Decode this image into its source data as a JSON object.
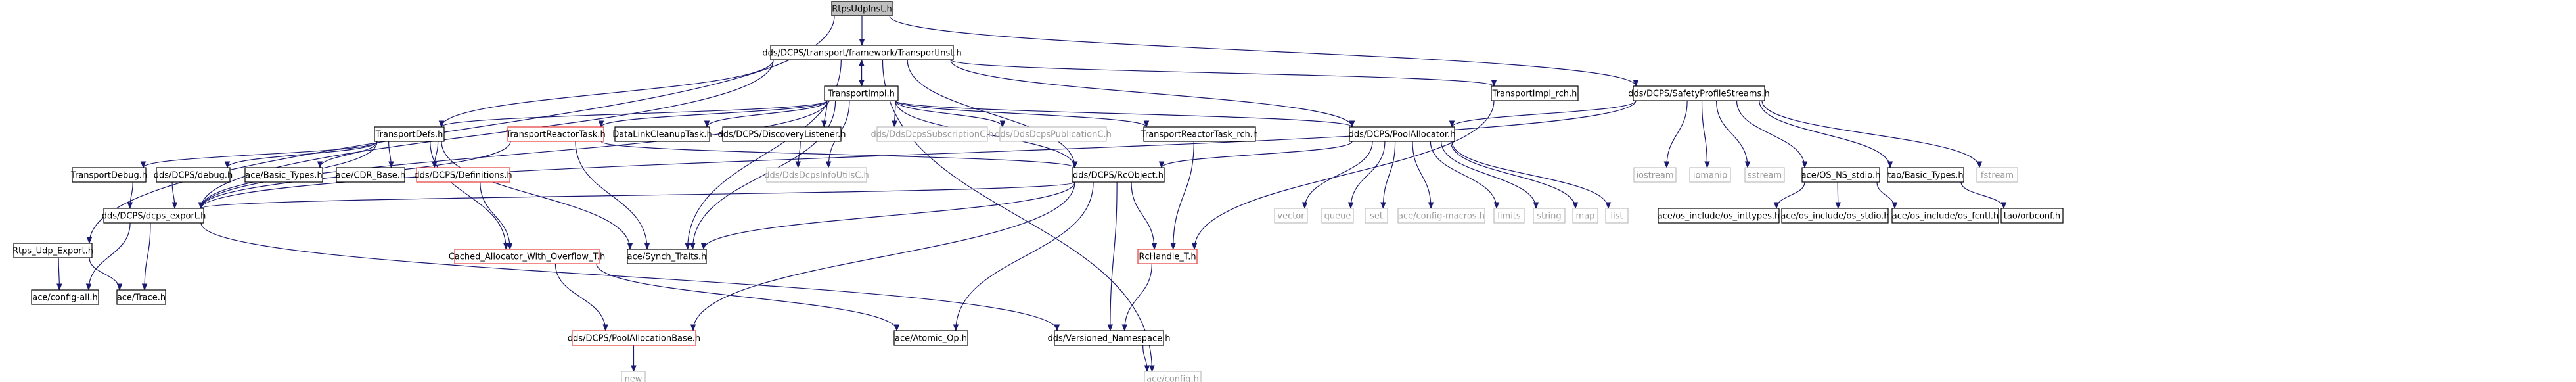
{
  "colors": {
    "edge": "#191970",
    "text": "#000000",
    "text_gray": "#9a9a9a",
    "border_black": "#000000",
    "border_red": "#e53a3a",
    "border_gray": "#bfbfbf",
    "fill_focus": "#bfbfbf",
    "fill_default": "#ffffff"
  },
  "nodes": [
    {
      "id": "n_rtpsudpinst",
      "label": "RtpsUdpInst.h",
      "style": "focus"
    },
    {
      "id": "n_transportinst",
      "label": "dds/DCPS/transport/framework/TransportInst.h",
      "style": "black"
    },
    {
      "id": "n_safetyprofilestreams",
      "label": "dds/DCPS/SafetyProfileStreams.h",
      "style": "black"
    },
    {
      "id": "n_transportimpl",
      "label": "TransportImpl.h",
      "style": "black"
    },
    {
      "id": "n_transportimpl_rch",
      "label": "TransportImpl_rch.h",
      "style": "black"
    },
    {
      "id": "n_rtpsudpexport",
      "label": "Rtps_Udp_Export.h",
      "style": "black"
    },
    {
      "id": "n_transportdefs",
      "label": "TransportDefs.h",
      "style": "black"
    },
    {
      "id": "n_transportreactortask",
      "label": "TransportReactorTask.h",
      "style": "red"
    },
    {
      "id": "n_datalinkcleanuptask",
      "label": "DataLinkCleanupTask.h",
      "style": "black"
    },
    {
      "id": "n_discoverylistener",
      "label": "dds/DCPS/DiscoveryListener.h",
      "style": "black"
    },
    {
      "id": "n_ddsdcpssubscriptionc",
      "label": "dds/DdsDcpsSubscriptionC.h",
      "style": "gray"
    },
    {
      "id": "n_ddsdcpspublicationc",
      "label": "dds/DdsDcpsPublicationC.h",
      "style": "gray"
    },
    {
      "id": "n_transportreactortask_rch",
      "label": "TransportReactorTask_rch.h",
      "style": "black"
    },
    {
      "id": "n_poolallocator",
      "label": "dds/DCPS/PoolAllocator.h",
      "style": "black"
    },
    {
      "id": "n_iostream",
      "label": "iostream",
      "style": "gray"
    },
    {
      "id": "n_iomanip",
      "label": "iomanip",
      "style": "gray"
    },
    {
      "id": "n_sstream",
      "label": "sstream",
      "style": "gray"
    },
    {
      "id": "n_os_ns_stdio",
      "label": "ace/OS_NS_stdio.h",
      "style": "black"
    },
    {
      "id": "n_basic_types_tao",
      "label": "tao/Basic_Types.h",
      "style": "black"
    },
    {
      "id": "n_fstream",
      "label": "fstream",
      "style": "gray"
    },
    {
      "id": "n_transportdebug",
      "label": "TransportDebug.h",
      "style": "black"
    },
    {
      "id": "n_dcpsdebug",
      "label": "dds/DCPS/debug.h",
      "style": "black"
    },
    {
      "id": "n_ace_basic_types",
      "label": "ace/Basic_Types.h",
      "style": "black"
    },
    {
      "id": "n_cdr_base",
      "label": "ace/CDR_Base.h",
      "style": "black"
    },
    {
      "id": "n_definitions",
      "label": "dds/DCPS/Definitions.h",
      "style": "red"
    },
    {
      "id": "n_ddsdcpsinfoutilsc",
      "label": "dds/DdsDcpsInfoUtilsC.h",
      "style": "gray"
    },
    {
      "id": "n_rcobject",
      "label": "dds/DCPS/RcObject.h",
      "style": "black"
    },
    {
      "id": "n_vector",
      "label": "vector",
      "style": "gray"
    },
    {
      "id": "n_queue",
      "label": "queue",
      "style": "gray"
    },
    {
      "id": "n_set",
      "label": "set",
      "style": "gray"
    },
    {
      "id": "n_configmacros",
      "label": "ace/config-macros.h",
      "style": "gray"
    },
    {
      "id": "n_limits",
      "label": "limits",
      "style": "gray"
    },
    {
      "id": "n_string",
      "label": "string",
      "style": "gray"
    },
    {
      "id": "n_map",
      "label": "map",
      "style": "gray"
    },
    {
      "id": "n_list",
      "label": "list",
      "style": "gray"
    },
    {
      "id": "n_os_inttypes",
      "label": "ace/os_include/os_inttypes.h",
      "style": "black"
    },
    {
      "id": "n_os_stdio",
      "label": "ace/os_include/os_stdio.h",
      "style": "black"
    },
    {
      "id": "n_os_fcntl",
      "label": "ace/os_include/os_fcntl.h",
      "style": "black"
    },
    {
      "id": "n_orbconf",
      "label": "tao/orbconf.h",
      "style": "black"
    },
    {
      "id": "n_dcps_export",
      "label": "dds/DCPS/dcps_export.h",
      "style": "black"
    },
    {
      "id": "n_cachedallocator",
      "label": "Cached_Allocator_With_Overflow_T.h",
      "style": "red"
    },
    {
      "id": "n_synch_traits",
      "label": "ace/Synch_Traits.h",
      "style": "black"
    },
    {
      "id": "n_rchandle",
      "label": "RcHandle_T.h",
      "style": "red"
    },
    {
      "id": "n_configall",
      "label": "ace/config-all.h",
      "style": "black"
    },
    {
      "id": "n_trace",
      "label": "ace/Trace.h",
      "style": "black"
    },
    {
      "id": "n_poolallocationbase",
      "label": "dds/DCPS/PoolAllocationBase.h",
      "style": "red"
    },
    {
      "id": "n_atomic_op",
      "label": "ace/Atomic_Op.h",
      "style": "black"
    },
    {
      "id": "n_versioned_namespace",
      "label": "dds/Versioned_Namespace.h",
      "style": "black"
    },
    {
      "id": "n_new",
      "label": "new",
      "style": "gray"
    },
    {
      "id": "n_config",
      "label": "ace/config.h",
      "style": "gray"
    }
  ],
  "edges": [
    [
      "n_rtpsudpinst",
      "n_transportinst"
    ],
    [
      "n_rtpsudpinst",
      "n_safetyprofilestreams"
    ],
    [
      "n_rtpsudpinst",
      "n_rtpsudpexport"
    ],
    [
      "n_transportinst",
      "n_transportimpl"
    ],
    [
      "n_transportimpl",
      "n_transportinst"
    ],
    [
      "n_transportinst",
      "n_transportimpl_rch"
    ],
    [
      "n_transportinst",
      "n_transportdefs"
    ],
    [
      "n_transportinst",
      "n_poolallocator"
    ],
    [
      "n_transportinst",
      "n_rcobject"
    ],
    [
      "n_transportinst",
      "n_dcps_export"
    ],
    [
      "n_transportinst",
      "n_synch_traits"
    ],
    [
      "n_transportinst",
      "n_config"
    ],
    [
      "n_transportimpl",
      "n_transportdefs"
    ],
    [
      "n_transportimpl",
      "n_transportreactortask"
    ],
    [
      "n_transportimpl",
      "n_datalinkcleanuptask"
    ],
    [
      "n_transportimpl",
      "n_discoverylistener"
    ],
    [
      "n_transportimpl",
      "n_ddsdcpssubscriptionc"
    ],
    [
      "n_transportimpl",
      "n_ddsdcpspublicationc"
    ],
    [
      "n_transportimpl",
      "n_transportreactortask_rch"
    ],
    [
      "n_transportimpl",
      "n_poolallocator"
    ],
    [
      "n_transportimpl",
      "n_ddsdcpsinfoutilsc"
    ],
    [
      "n_transportimpl",
      "n_rcobject"
    ],
    [
      "n_transportimpl",
      "n_dcps_export"
    ],
    [
      "n_transportimpl",
      "n_synch_traits"
    ],
    [
      "n_transportimpl_rch",
      "n_rchandle"
    ],
    [
      "n_safetyprofilestreams",
      "n_poolallocator"
    ],
    [
      "n_safetyprofilestreams",
      "n_iostream"
    ],
    [
      "n_safetyprofilestreams",
      "n_iomanip"
    ],
    [
      "n_safetyprofilestreams",
      "n_sstream"
    ],
    [
      "n_safetyprofilestreams",
      "n_os_ns_stdio"
    ],
    [
      "n_safetyprofilestreams",
      "n_basic_types_tao"
    ],
    [
      "n_safetyprofilestreams",
      "n_fstream"
    ],
    [
      "n_safetyprofilestreams",
      "n_dcps_export"
    ],
    [
      "n_transportdefs",
      "n_transportdebug"
    ],
    [
      "n_transportdefs",
      "n_dcpsdebug"
    ],
    [
      "n_transportdefs",
      "n_ace_basic_types"
    ],
    [
      "n_transportdefs",
      "n_cdr_base"
    ],
    [
      "n_transportdefs",
      "n_definitions"
    ],
    [
      "n_transportdefs",
      "n_cachedallocator"
    ],
    [
      "n_transportdefs",
      "n_synch_traits"
    ],
    [
      "n_transportdefs",
      "n_dcps_export"
    ],
    [
      "n_transportreactortask",
      "n_rcobject"
    ],
    [
      "n_transportreactortask",
      "n_dcps_export"
    ],
    [
      "n_transportreactortask",
      "n_synch_traits"
    ],
    [
      "n_discoverylistener",
      "n_ddsdcpsinfoutilsc"
    ],
    [
      "n_transportreactortask_rch",
      "n_rchandle"
    ],
    [
      "n_poolallocator",
      "n_vector"
    ],
    [
      "n_poolallocator",
      "n_queue"
    ],
    [
      "n_poolallocator",
      "n_set"
    ],
    [
      "n_poolallocator",
      "n_configmacros"
    ],
    [
      "n_poolallocator",
      "n_limits"
    ],
    [
      "n_poolallocator",
      "n_string"
    ],
    [
      "n_poolallocator",
      "n_map"
    ],
    [
      "n_poolallocator",
      "n_list"
    ],
    [
      "n_poolallocator",
      "n_rcobject"
    ],
    [
      "n_os_ns_stdio",
      "n_os_inttypes"
    ],
    [
      "n_os_ns_stdio",
      "n_os_stdio"
    ],
    [
      "n_os_ns_stdio",
      "n_os_fcntl"
    ],
    [
      "n_basic_types_tao",
      "n_orbconf"
    ],
    [
      "n_transportdebug",
      "n_dcps_export"
    ],
    [
      "n_dcpsdebug",
      "n_dcps_export"
    ],
    [
      "n_definitions",
      "n_cachedallocator"
    ],
    [
      "n_rcobject",
      "n_synch_traits"
    ],
    [
      "n_rcobject",
      "n_rchandle"
    ],
    [
      "n_rcobject",
      "n_poolallocationbase"
    ],
    [
      "n_rcobject",
      "n_atomic_op"
    ],
    [
      "n_rcobject",
      "n_versioned_namespace"
    ],
    [
      "n_rcobject",
      "n_dcps_export"
    ],
    [
      "n_rchandle",
      "n_versioned_namespace"
    ],
    [
      "n_cachedallocator",
      "n_poolallocationbase"
    ],
    [
      "n_cachedallocator",
      "n_atomic_op"
    ],
    [
      "n_dcps_export",
      "n_configall"
    ],
    [
      "n_dcps_export",
      "n_trace"
    ],
    [
      "n_dcps_export",
      "n_versioned_namespace"
    ],
    [
      "n_rtpsudpexport",
      "n_configall"
    ],
    [
      "n_rtpsudpexport",
      "n_trace"
    ],
    [
      "n_poolallocationbase",
      "n_new"
    ],
    [
      "n_versioned_namespace",
      "n_config"
    ]
  ]
}
